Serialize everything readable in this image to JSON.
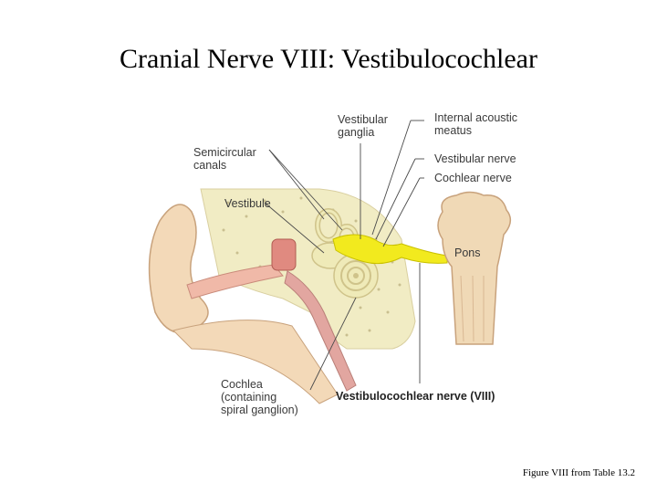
{
  "slide": {
    "title": "Cranial Nerve VIII: Vestibulocochlear",
    "caption": "Figure VIII from Table 13.2"
  },
  "diagram": {
    "labels": {
      "vestibular_ganglia_l1": "Vestibular",
      "vestibular_ganglia_l2": "ganglia",
      "internal_acoustic_l1": "Internal acoustic",
      "internal_acoustic_l2": "meatus",
      "semicircular_l1": "Semicircular",
      "semicircular_l2": "canals",
      "vestibular_nerve": "Vestibular nerve",
      "cochlear_nerve": "Cochlear nerve",
      "vestibule": "Vestibule",
      "pons": "Pons",
      "cochlea_l1": "Cochlea",
      "cochlea_l2": "(containing",
      "cochlea_l3": "spiral ganglion)",
      "vestibulocochlear_nerve": "Vestibulocochlear nerve (VIII)"
    },
    "colors": {
      "skin": "#f3d9b8",
      "bone": "#f1ecc4",
      "nerve": "#f2ea1e",
      "canal": "#e2a6a0",
      "inner_ear": "#efeab8",
      "pons": "#f0d9b6"
    }
  }
}
